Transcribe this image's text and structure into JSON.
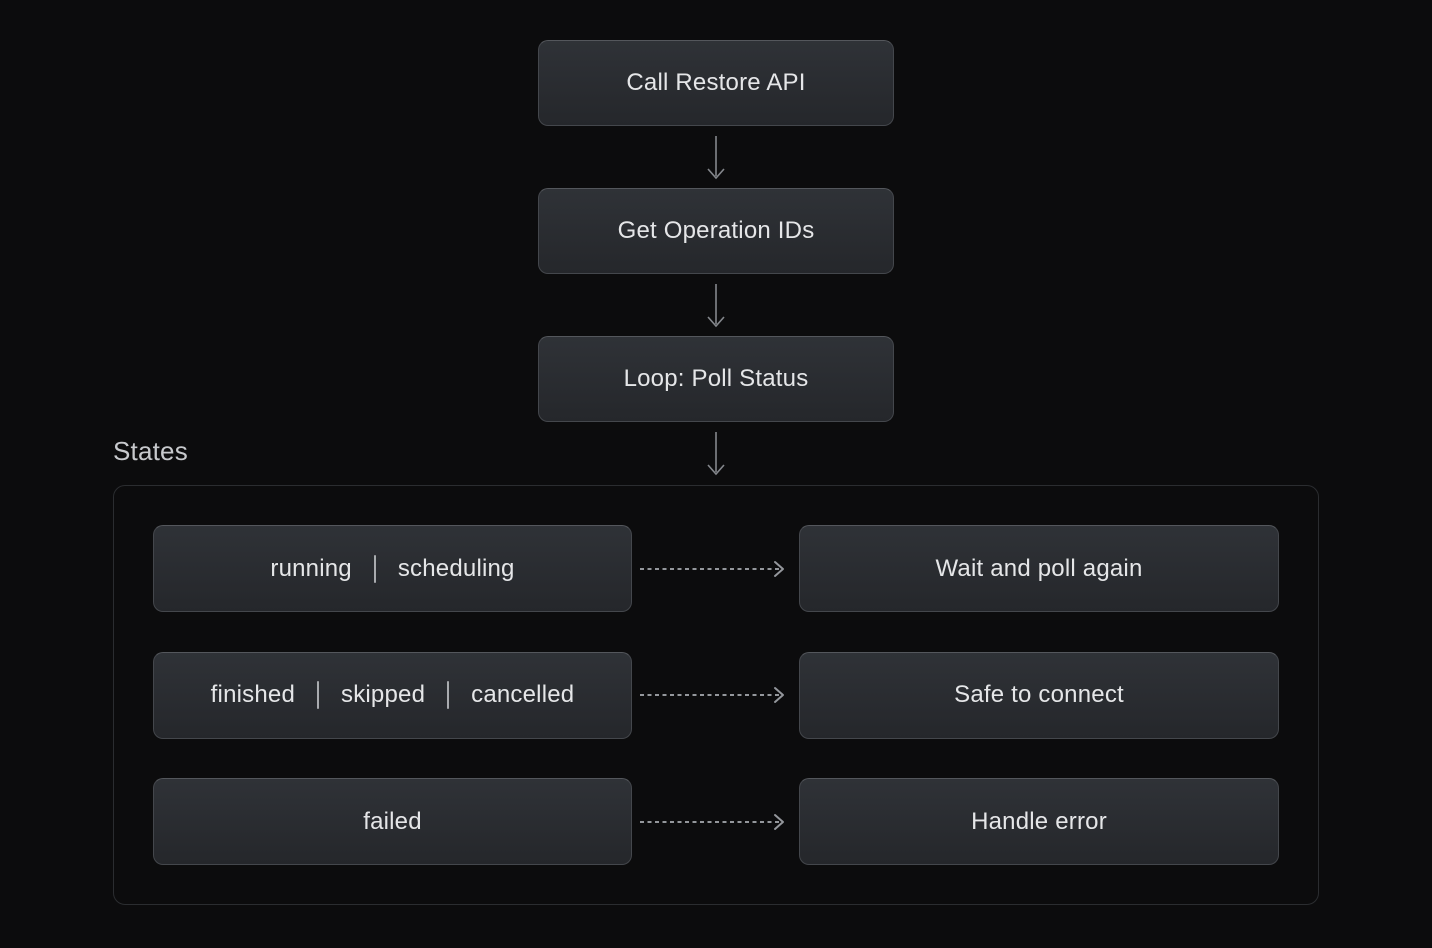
{
  "colors": {
    "background": "#0c0c0d",
    "box_fill_top": "#2f3237",
    "box_fill_bottom": "#25272b",
    "box_border": "#44474c",
    "box_border_top": "#54575c",
    "box_text": "#e5e6e8",
    "section_label_text": "#c7c9cc",
    "container_border": "#2b2d30",
    "solid_arrow": "#84878c",
    "dashed_arrow": "#94979c",
    "state_divider": "#c0c2c5"
  },
  "flow": {
    "nodes": [
      {
        "label": "Call Restore API"
      },
      {
        "label": "Get Operation IDs"
      },
      {
        "label": "Loop: Poll Status"
      }
    ]
  },
  "states_section": {
    "label": "States",
    "rows": [
      {
        "states": [
          "running",
          "scheduling"
        ],
        "action": "Wait and poll again"
      },
      {
        "states": [
          "finished",
          "skipped",
          "cancelled"
        ],
        "action": "Safe to connect"
      },
      {
        "states": [
          "failed"
        ],
        "action": "Handle error"
      }
    ]
  }
}
